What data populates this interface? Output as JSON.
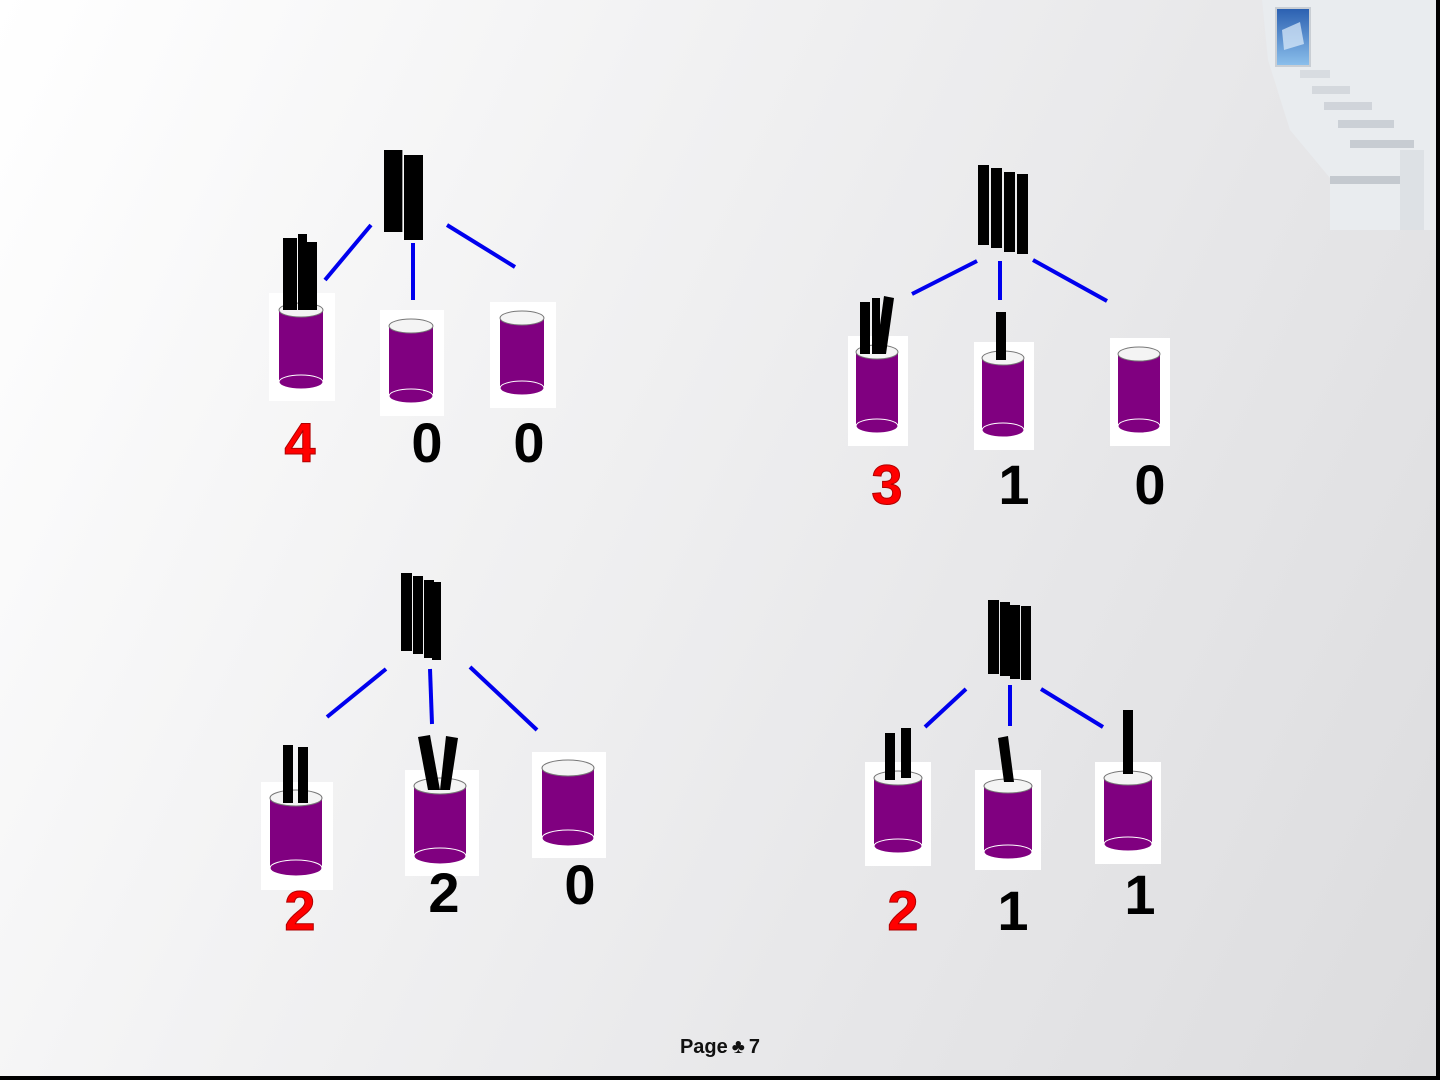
{
  "footer": {
    "prefix": "Page",
    "symbol": "♣",
    "page_number": "7"
  },
  "colors": {
    "stick": "#000000",
    "branch": "#0000ee",
    "cup": "#800080",
    "highlight": "#ff0000",
    "number": "#000000"
  },
  "panels": [
    {
      "id": "a",
      "counts": [
        "4",
        "0",
        "0"
      ]
    },
    {
      "id": "b",
      "counts": [
        "3",
        "1",
        "0"
      ]
    },
    {
      "id": "c",
      "counts": [
        "2",
        "2",
        "0"
      ]
    },
    {
      "id": "d",
      "counts": [
        "2",
        "1",
        "1"
      ]
    }
  ]
}
